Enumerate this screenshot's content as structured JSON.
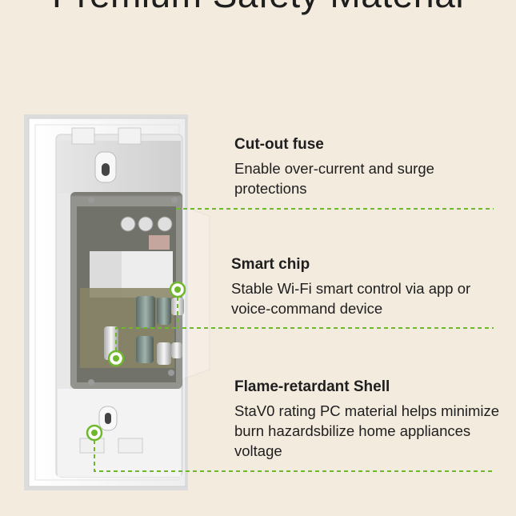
{
  "header": {
    "title": "Premium Safety Material"
  },
  "features": [
    {
      "heading": "Cut-out fuse",
      "description": "Enable over-current and surge protections"
    },
    {
      "heading": "Smart chip",
      "description": "Stable Wi-Fi smart control via app or voice-command device"
    },
    {
      "heading": "Flame-retardant Shell",
      "description": "StaV0 rating PC material helps minimize burn hazardsbilize home appliances voltage"
    }
  ],
  "colors": {
    "background": "#f4ebdf",
    "accent_green": "#6fb82d",
    "text": "#1e1e1e"
  }
}
